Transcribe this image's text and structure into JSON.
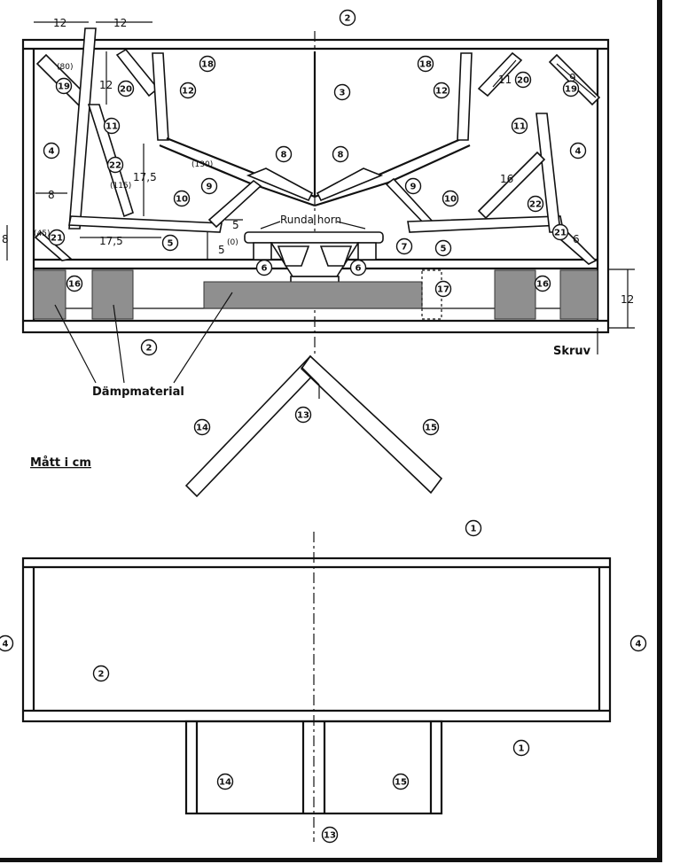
{
  "annotations": {
    "dampmaterial": "Dämpmaterial",
    "matt_i_cm": "Mått i cm",
    "runda_horn": "Runda horn",
    "skruv": "Skruv"
  },
  "dimensions": [
    "12",
    "12",
    "12",
    "11",
    "9",
    "17,5",
    "8",
    "16",
    "17,5",
    "8",
    "5",
    "5",
    "6",
    "12"
  ],
  "sub_dimensions": [
    "(80)",
    "(130)",
    "(115)",
    "(45)",
    "(0)"
  ],
  "callouts": [
    "2",
    "18",
    "12",
    "3",
    "12",
    "18",
    "20",
    "19",
    "19",
    "20",
    "11",
    "11",
    "4",
    "4",
    "8",
    "8",
    "22",
    "22",
    "9",
    "10",
    "10",
    "9",
    "21",
    "21",
    "5",
    "5",
    "7",
    "6",
    "6",
    "16",
    "17",
    "16",
    "2",
    "13",
    "14",
    "15",
    "1",
    "4",
    "4",
    "2",
    "1",
    "14",
    "15",
    "13"
  ]
}
